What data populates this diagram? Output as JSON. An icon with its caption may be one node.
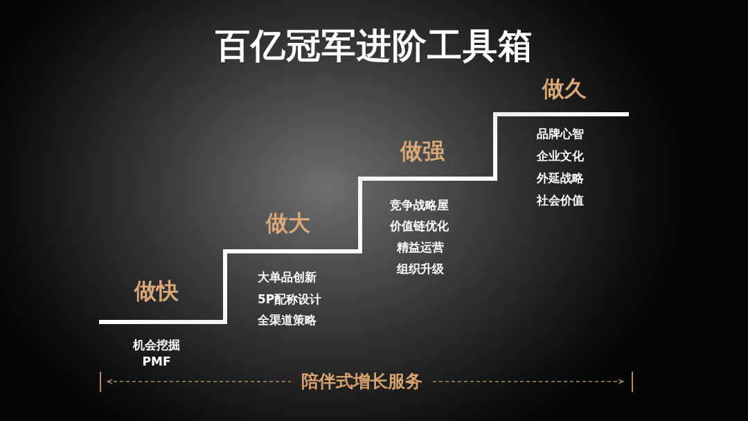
{
  "diagram": {
    "title": "百亿冠军进阶工具箱",
    "labels": [
      "做快",
      "机会挖掘",
      "PMF",
      "做大",
      "大单品创新",
      "5P配称设计",
      "全渠道策略",
      "做强",
      "竞争战略屋",
      "价值链优化",
      "精益运营",
      "组织升级",
      "做久",
      "品牌心智",
      "企业文化",
      "外延战略",
      "社会价值",
      "陪伴式增长服务"
    ]
  }
}
